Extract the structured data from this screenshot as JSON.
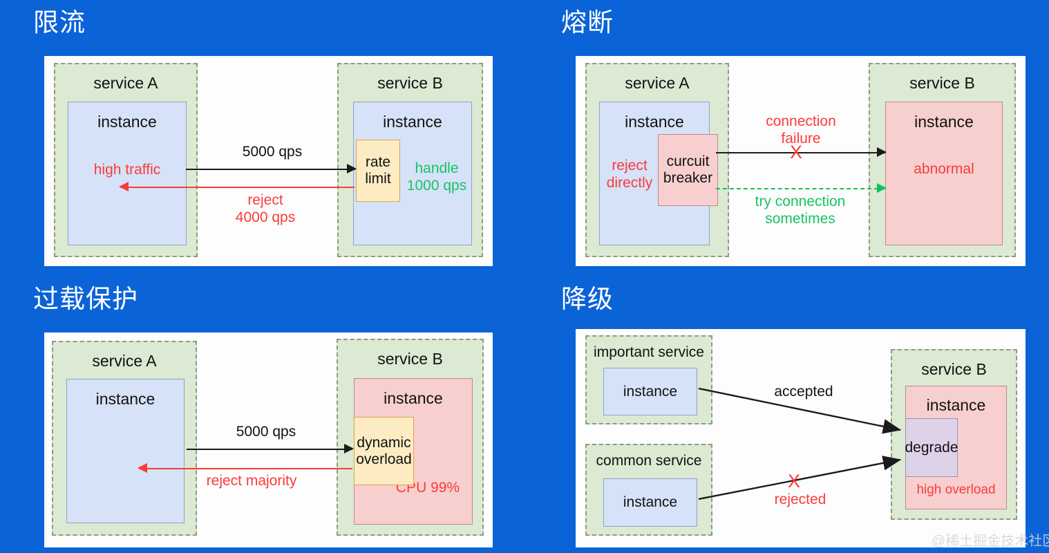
{
  "background_color": "#0b63d8",
  "panels": [
    {
      "id": "rate-limiting",
      "title": "限流",
      "service_a": {
        "label": "service A",
        "instance_label": "instance",
        "instance_note": "high traffic"
      },
      "service_b": {
        "label": "service B",
        "instance_label": "instance",
        "gate_label": "rate\nlimit",
        "instance_note": "handle\n1000 qps"
      },
      "arrows": [
        {
          "name": "request-arrow",
          "label": "5000 qps",
          "color": "#1b1b1b",
          "direction": "right",
          "style": "solid"
        },
        {
          "name": "reject-arrow",
          "label": "reject\n4000 qps",
          "color": "#fb3b3b",
          "direction": "left",
          "style": "solid"
        }
      ]
    },
    {
      "id": "circuit-breaking",
      "title": "熔断",
      "service_a": {
        "label": "service A",
        "instance_label": "instance",
        "instance_note": "reject\ndirectly",
        "gate_label": "curcuit\nbreaker"
      },
      "service_b": {
        "label": "service B",
        "instance_label": "instance",
        "instance_note": "abnormal"
      },
      "arrows": [
        {
          "name": "connection-failure-arrow",
          "label": "connection\nfailure",
          "marker": "X",
          "color": "#1b1b1b",
          "direction": "right",
          "style": "solid"
        },
        {
          "name": "try-connection-arrow",
          "label": "try connection\nsometimes",
          "color": "#14bf5f",
          "direction": "right",
          "style": "dashed"
        }
      ]
    },
    {
      "id": "overload-protection",
      "title": "过载保护",
      "service_a": {
        "label": "service A",
        "instance_label": "instance"
      },
      "service_b": {
        "label": "service B",
        "instance_label": "instance",
        "gate_label": "dynamic\noverload",
        "instance_note": "CPU 99%"
      },
      "arrows": [
        {
          "name": "request-arrow",
          "label": "5000 qps",
          "color": "#1b1b1b",
          "direction": "right",
          "style": "solid"
        },
        {
          "name": "reject-majority-arrow",
          "label": "reject majority",
          "color": "#fb3b3b",
          "direction": "left",
          "style": "solid"
        }
      ]
    },
    {
      "id": "degradation",
      "title": "降级",
      "important_service": {
        "label": "important service",
        "instance_label": "instance"
      },
      "common_service": {
        "label": "common service",
        "instance_label": "instance"
      },
      "service_b": {
        "label": "service B",
        "instance_label": "instance",
        "gate_label": "degrade",
        "instance_note": "high overload"
      },
      "arrows": [
        {
          "name": "accepted-arrow",
          "label": "accepted",
          "color": "#1b1b1b",
          "direction": "right",
          "style": "solid"
        },
        {
          "name": "rejected-arrow",
          "label": "rejected",
          "marker": "X",
          "color": "#1b1b1b",
          "direction": "right",
          "style": "solid"
        }
      ]
    }
  ],
  "watermark": "@稀土掘金技术社区",
  "colors": {
    "service_fill": "#dce9d3",
    "service_border": "#8c9b80",
    "instance_blue": "#d6e2f7",
    "instance_red": "#f7cfcf",
    "gate_yellow": "#fdebc4",
    "gate_purple": "#ddd2e8",
    "accent_red": "#fb3b3b",
    "accent_green": "#14bf5f",
    "card_white": "#fdfdfd"
  }
}
